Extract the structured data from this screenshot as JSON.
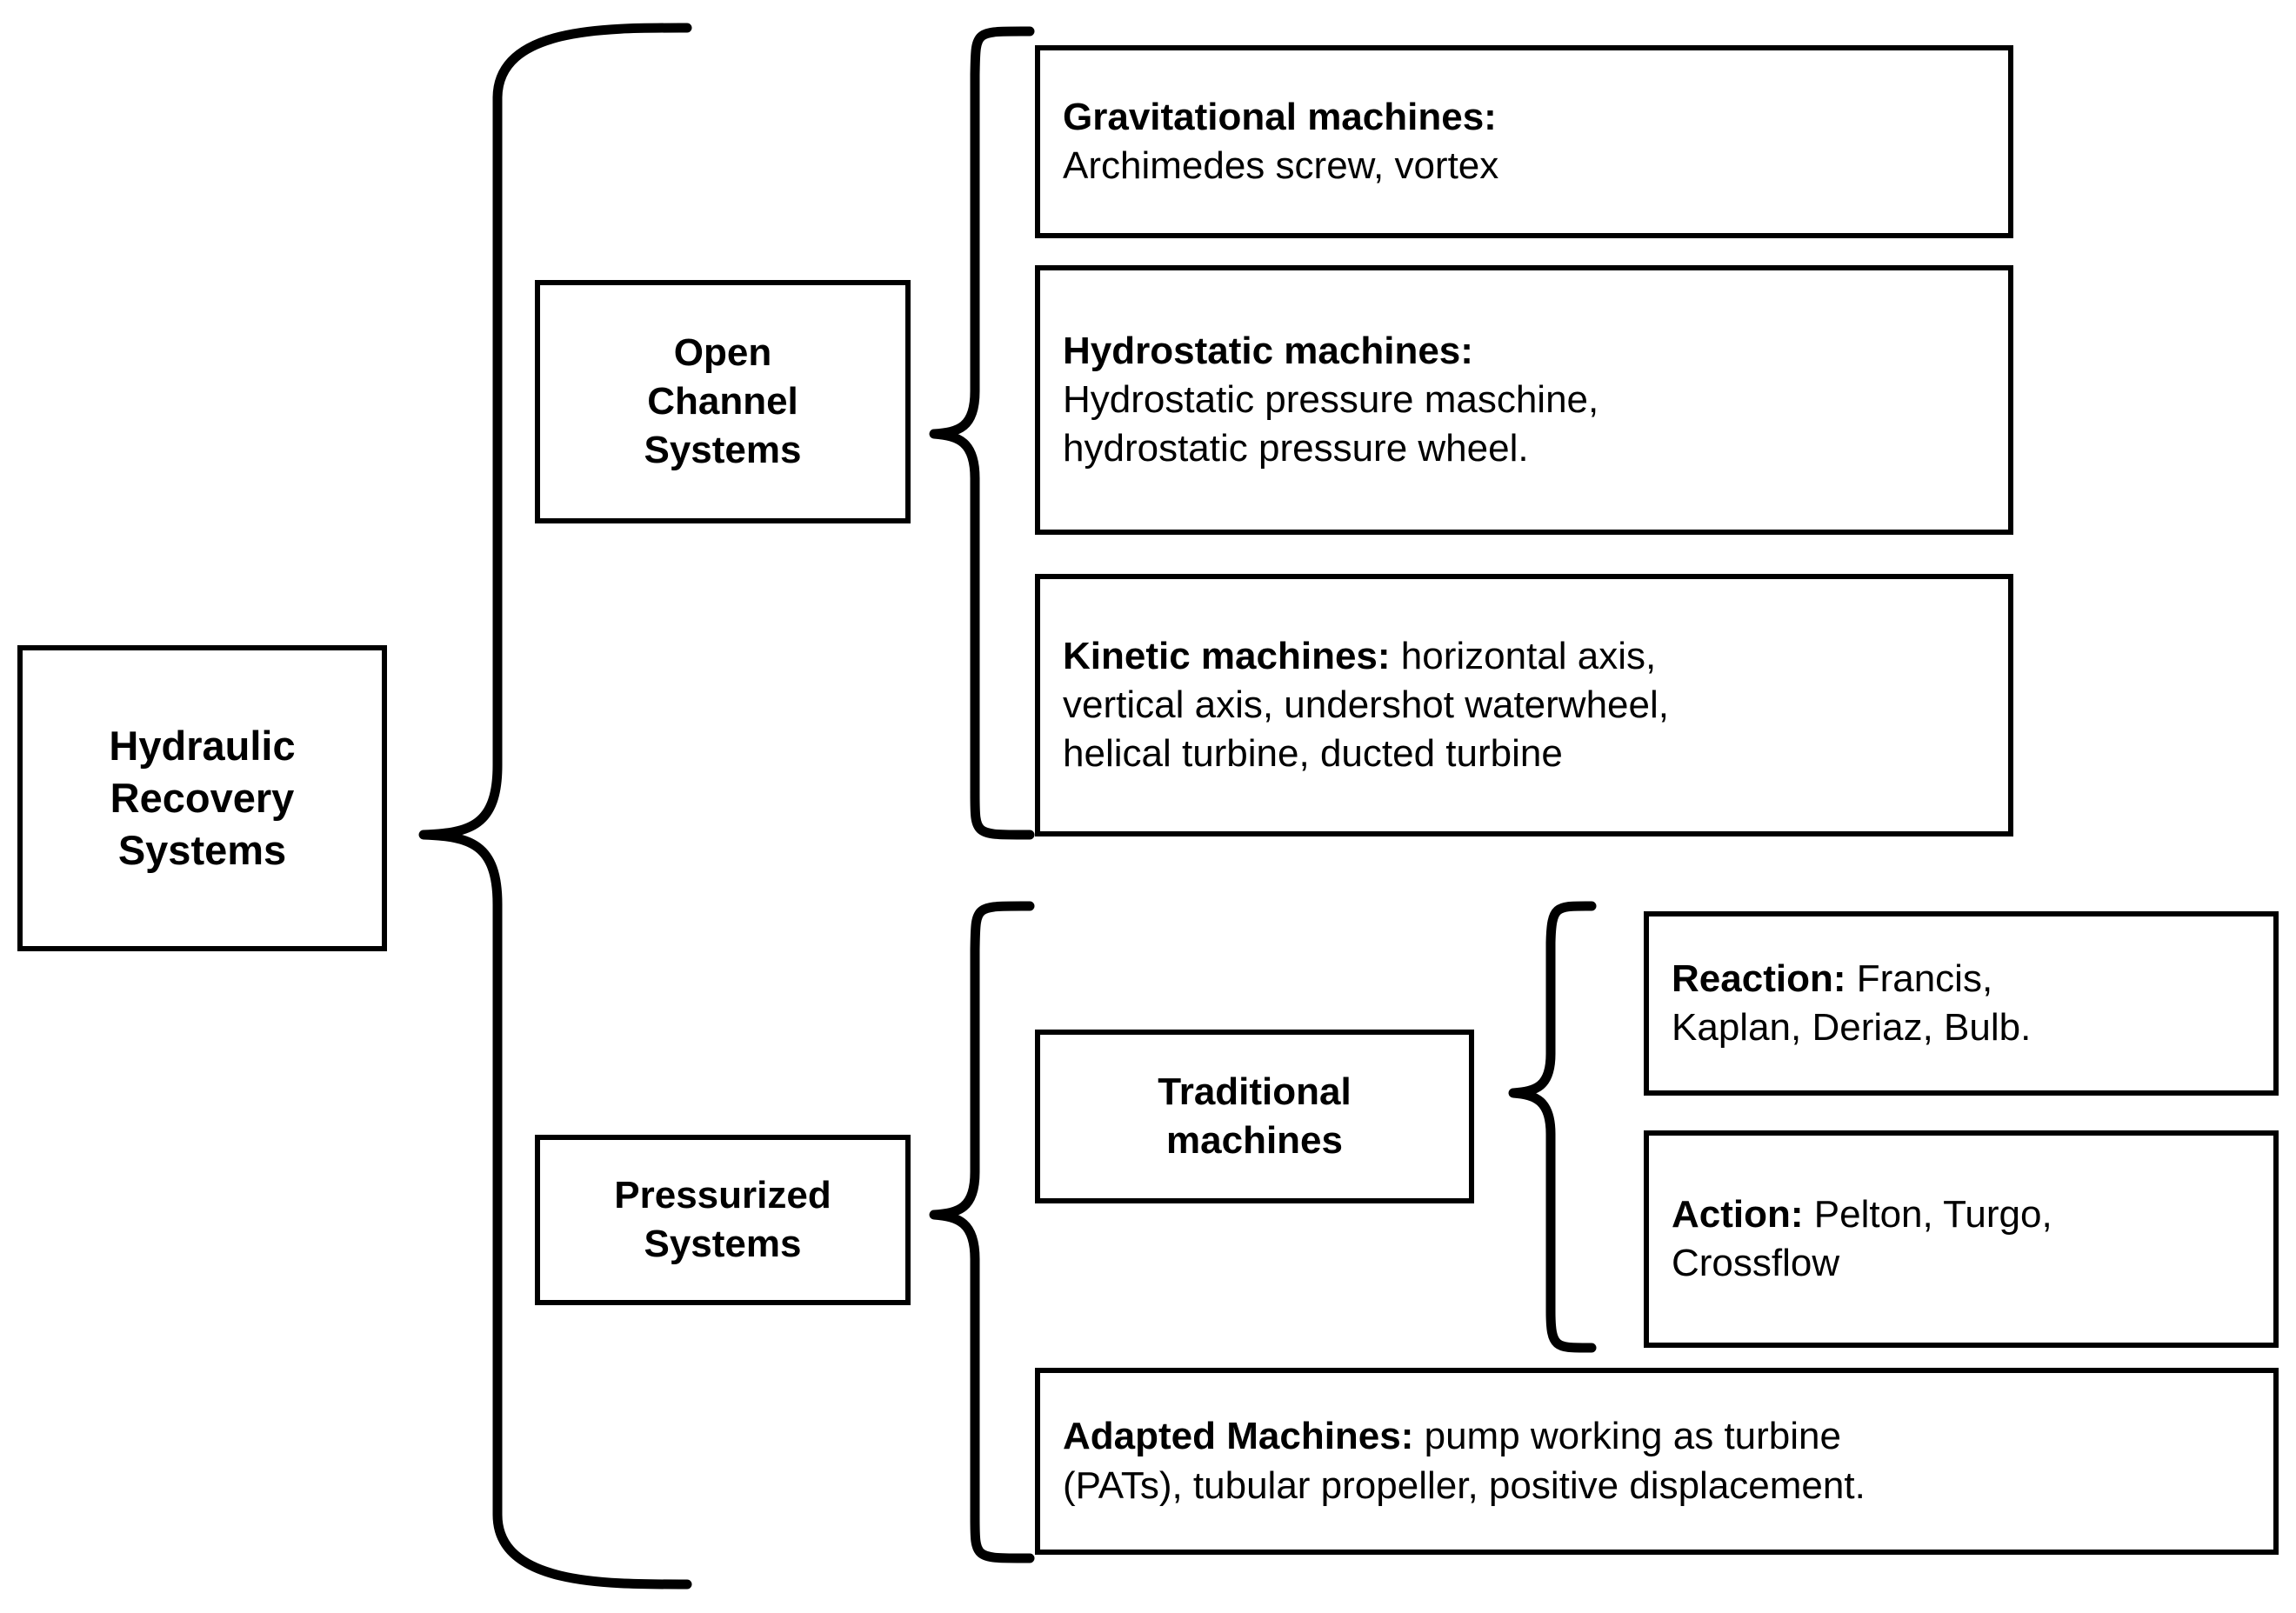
{
  "diagram": {
    "title": "Hydraulic Recovery Systems classification",
    "type": "tree-brace-diagram",
    "stroke_color": "#000000",
    "background_color": "#ffffff"
  },
  "root": {
    "label_lines": [
      "Hydraulic",
      "Recovery",
      "Systems"
    ]
  },
  "branches": {
    "open_channel": {
      "label_lines": [
        "Open",
        "Channel",
        "Systems"
      ],
      "children": [
        {
          "heading": "Gravitational machines:",
          "lines": [
            "Archimedes  screw, vortex"
          ]
        },
        {
          "heading": "Hydrostatic machines:",
          "lines": [
            "Hydrostatic pressure maschine,",
            "hydrostatic pressure wheel."
          ]
        },
        {
          "heading": "Kinetic machines:",
          "heading_inline_rest": " horizontal axis,",
          "lines": [
            "vertical axis, undershot waterwheel,",
            "helical turbine,  ducted turbine"
          ]
        }
      ]
    },
    "pressurized": {
      "label_lines": [
        "Pressurized",
        "Systems"
      ],
      "children": [
        {
          "label_lines": [
            "Traditional",
            "machines"
          ],
          "children": [
            {
              "heading": "Reaction:",
              "heading_inline_rest": " Francis,",
              "lines": [
                "Kaplan, Deriaz, Bulb."
              ]
            },
            {
              "heading": "Action:",
              "heading_inline_rest": " Pelton, Turgo,",
              "lines": [
                "Crossflow"
              ]
            }
          ]
        },
        {
          "heading": "Adapted Machines:",
          "heading_inline_rest": " pump working as turbine",
          "lines": [
            "(PATs), tubular propeller, positive displacement."
          ]
        }
      ]
    }
  },
  "connectors": [
    {
      "name": "root-brace",
      "from": "Hydraulic Recovery Systems",
      "to": [
        "Open Channel Systems",
        "Pressurized Systems"
      ]
    },
    {
      "name": "open-channel-brace",
      "from": "Open Channel Systems",
      "to": [
        "Gravitational machines",
        "Hydrostatic machines",
        "Kinetic machines"
      ]
    },
    {
      "name": "pressurized-brace",
      "from": "Pressurized Systems",
      "to": [
        "Traditional machines",
        "Adapted Machines"
      ]
    },
    {
      "name": "traditional-brace",
      "from": "Traditional machines",
      "to": [
        "Reaction",
        "Action"
      ]
    }
  ]
}
